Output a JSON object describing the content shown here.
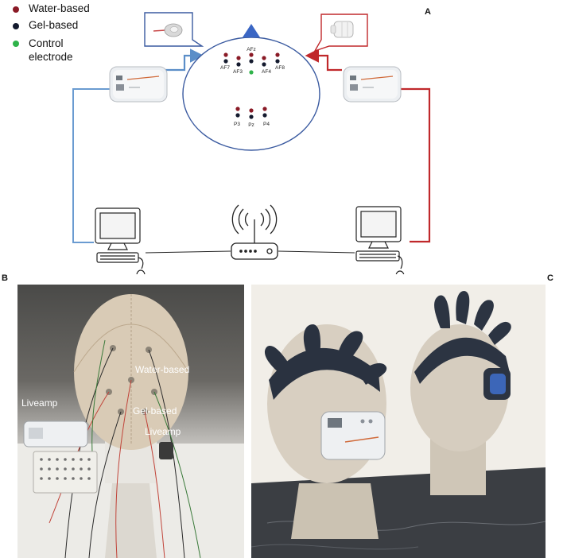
{
  "panel_letters": {
    "a": "A",
    "b": "B",
    "c": "C"
  },
  "legend": [
    {
      "label": "Water-based",
      "color": "#8a1a26"
    },
    {
      "label": "Gel-based",
      "color": "#141a2e"
    },
    {
      "label": "Control electrode",
      "line1": "Control",
      "line2": "electrode",
      "color": "#2fb34a"
    }
  ],
  "electrodes": {
    "afz": "AFz",
    "af7": "AF7",
    "af3": "AF3",
    "af4": "AF4",
    "af8": "AF8",
    "p3": "P3",
    "pz": "Pz",
    "p4": "P4"
  },
  "photo_b_labels": {
    "water_based": "Water-based",
    "gel_based": "Gel-based",
    "liveamp_head": "Liveamp",
    "liveamp_side": "Liveamp"
  },
  "colors": {
    "blue_link": "#5b8ec8",
    "red_link": "#c0282b",
    "head_outline": "#3a5aa0",
    "nose": "#3a66c4"
  }
}
